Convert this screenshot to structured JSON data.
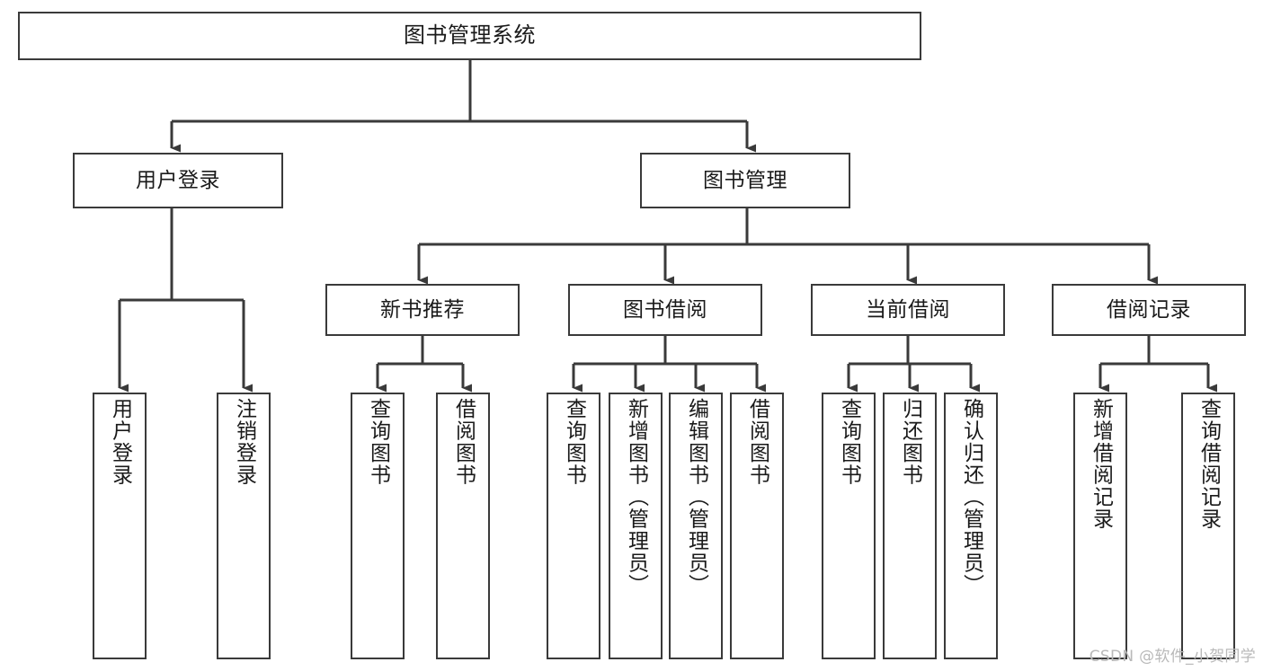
{
  "diagram": {
    "title": "图书管理系统",
    "type": "tree-hierarchy-chart",
    "watermark": "CSDN @软件_小贺同学",
    "colors": {
      "box_border": "#3a3a3a",
      "box_fill": "#ffffff",
      "edge": "#3a3a3a",
      "text": "#1a1a1a",
      "watermark": "#b9b9b9",
      "background": "#ffffff"
    },
    "nodes": {
      "root": {
        "label": "图书管理系统"
      },
      "level2": [
        {
          "id": "user-login",
          "label": "用户登录"
        },
        {
          "id": "book-manage",
          "label": "图书管理"
        }
      ],
      "level3": [
        {
          "id": "new-book-recommend",
          "label": "新书推荐"
        },
        {
          "id": "book-borrow",
          "label": "图书借阅"
        },
        {
          "id": "current-borrow",
          "label": "当前借阅"
        },
        {
          "id": "borrow-record",
          "label": "借阅记录"
        }
      ],
      "leaves": {
        "user_login": [
          {
            "id": "leaf-user-login",
            "label": "用户登录"
          },
          {
            "id": "leaf-logout-login",
            "label": "注销登录"
          }
        ],
        "new_book_recommend": [
          {
            "id": "leaf-query-book-1",
            "label": "查询图书"
          },
          {
            "id": "leaf-borrow-book-1",
            "label": "借阅图书"
          }
        ],
        "book_borrow": [
          {
            "id": "leaf-query-book-2",
            "label": "查询图书"
          },
          {
            "id": "leaf-add-book",
            "label": "新增图书（管理员）"
          },
          {
            "id": "leaf-edit-book",
            "label": "编辑图书（管理员）"
          },
          {
            "id": "leaf-borrow-book-2",
            "label": "借阅图书"
          }
        ],
        "current_borrow": [
          {
            "id": "leaf-query-book-3",
            "label": "查询图书"
          },
          {
            "id": "leaf-return-book",
            "label": "归还图书"
          },
          {
            "id": "leaf-confirm-return",
            "label": "确认归还（管理员）"
          }
        ],
        "borrow_record": [
          {
            "id": "leaf-add-record",
            "label": "新增借阅记录"
          },
          {
            "id": "leaf-query-record",
            "label": "查询借阅记录"
          }
        ]
      }
    }
  }
}
